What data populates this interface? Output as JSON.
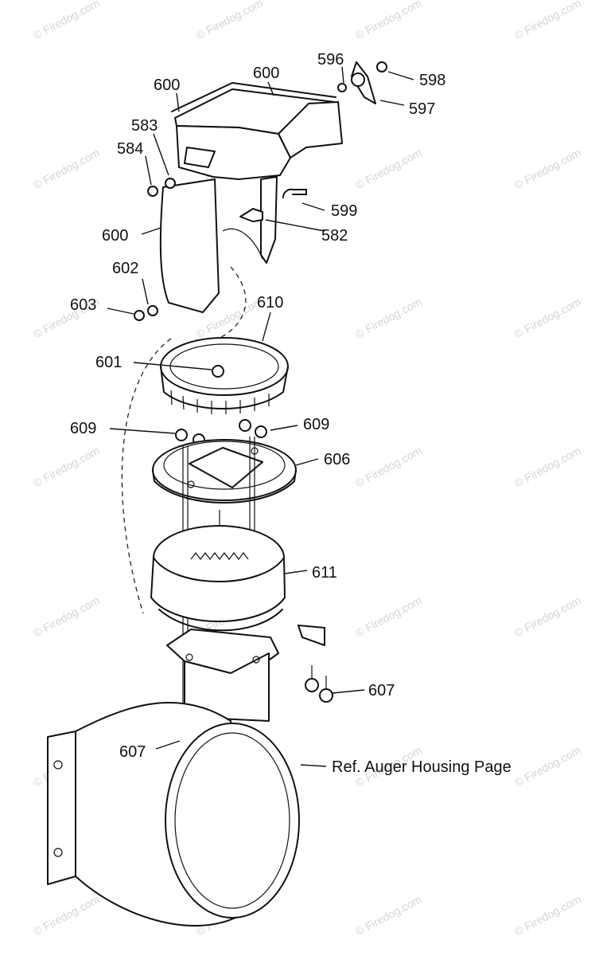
{
  "watermark": {
    "text": "© Firedog.com"
  },
  "callouts": {
    "p596": "596",
    "p598": "598",
    "p597": "597",
    "p600_top": "600",
    "p600_upper": "600",
    "p583": "583",
    "p584": "584",
    "p599": "599",
    "p582": "582",
    "p600_left": "600",
    "p602": "602",
    "p603": "603",
    "p610": "610",
    "p601": "601",
    "p609_left": "609",
    "p609_right": "609",
    "p606": "606",
    "p611": "611",
    "p607_right": "607",
    "p607_left": "607"
  },
  "reference_note": "Ref. Auger Housing Page"
}
